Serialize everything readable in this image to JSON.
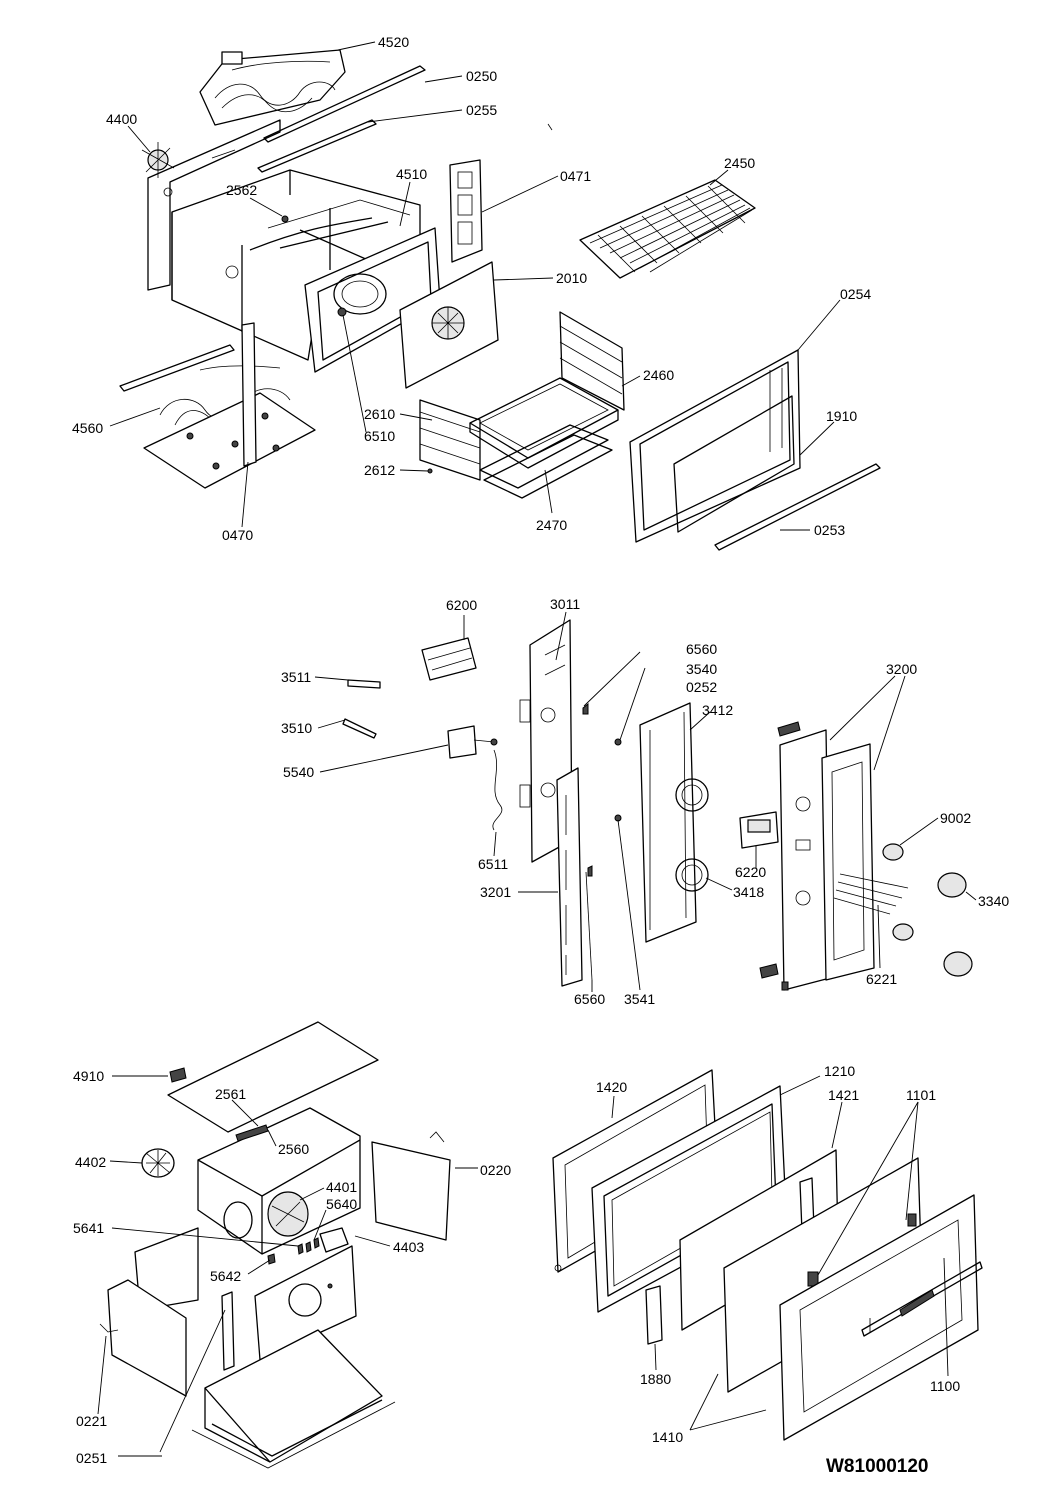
{
  "reference_code": "W81000120",
  "sections": {
    "cavity": {
      "labels": [
        "4520",
        "0250",
        "0255",
        "4400",
        "2562",
        "4510",
        "0471",
        "2450",
        "2010",
        "0254",
        "2460",
        "4560",
        "2610",
        "6510",
        "1910",
        "2612",
        "2470",
        "0470",
        "0253"
      ]
    },
    "control_panel": {
      "labels": [
        "6200",
        "3011",
        "6560",
        "3540",
        "0252",
        "3511",
        "3412",
        "3200",
        "3510",
        "5540",
        "9002",
        "6220",
        "3418",
        "6511",
        "3201",
        "3340",
        "6221",
        "6560",
        "3541"
      ]
    },
    "rear_housing": {
      "labels": [
        "4910",
        "2561",
        "2560",
        "4402",
        "4401",
        "0220",
        "5640",
        "5641",
        "4403",
        "5642",
        "0221",
        "0251"
      ]
    },
    "door": {
      "labels": [
        "1420",
        "1210",
        "1421",
        "1101",
        "1880",
        "1100",
        "1410"
      ]
    }
  }
}
